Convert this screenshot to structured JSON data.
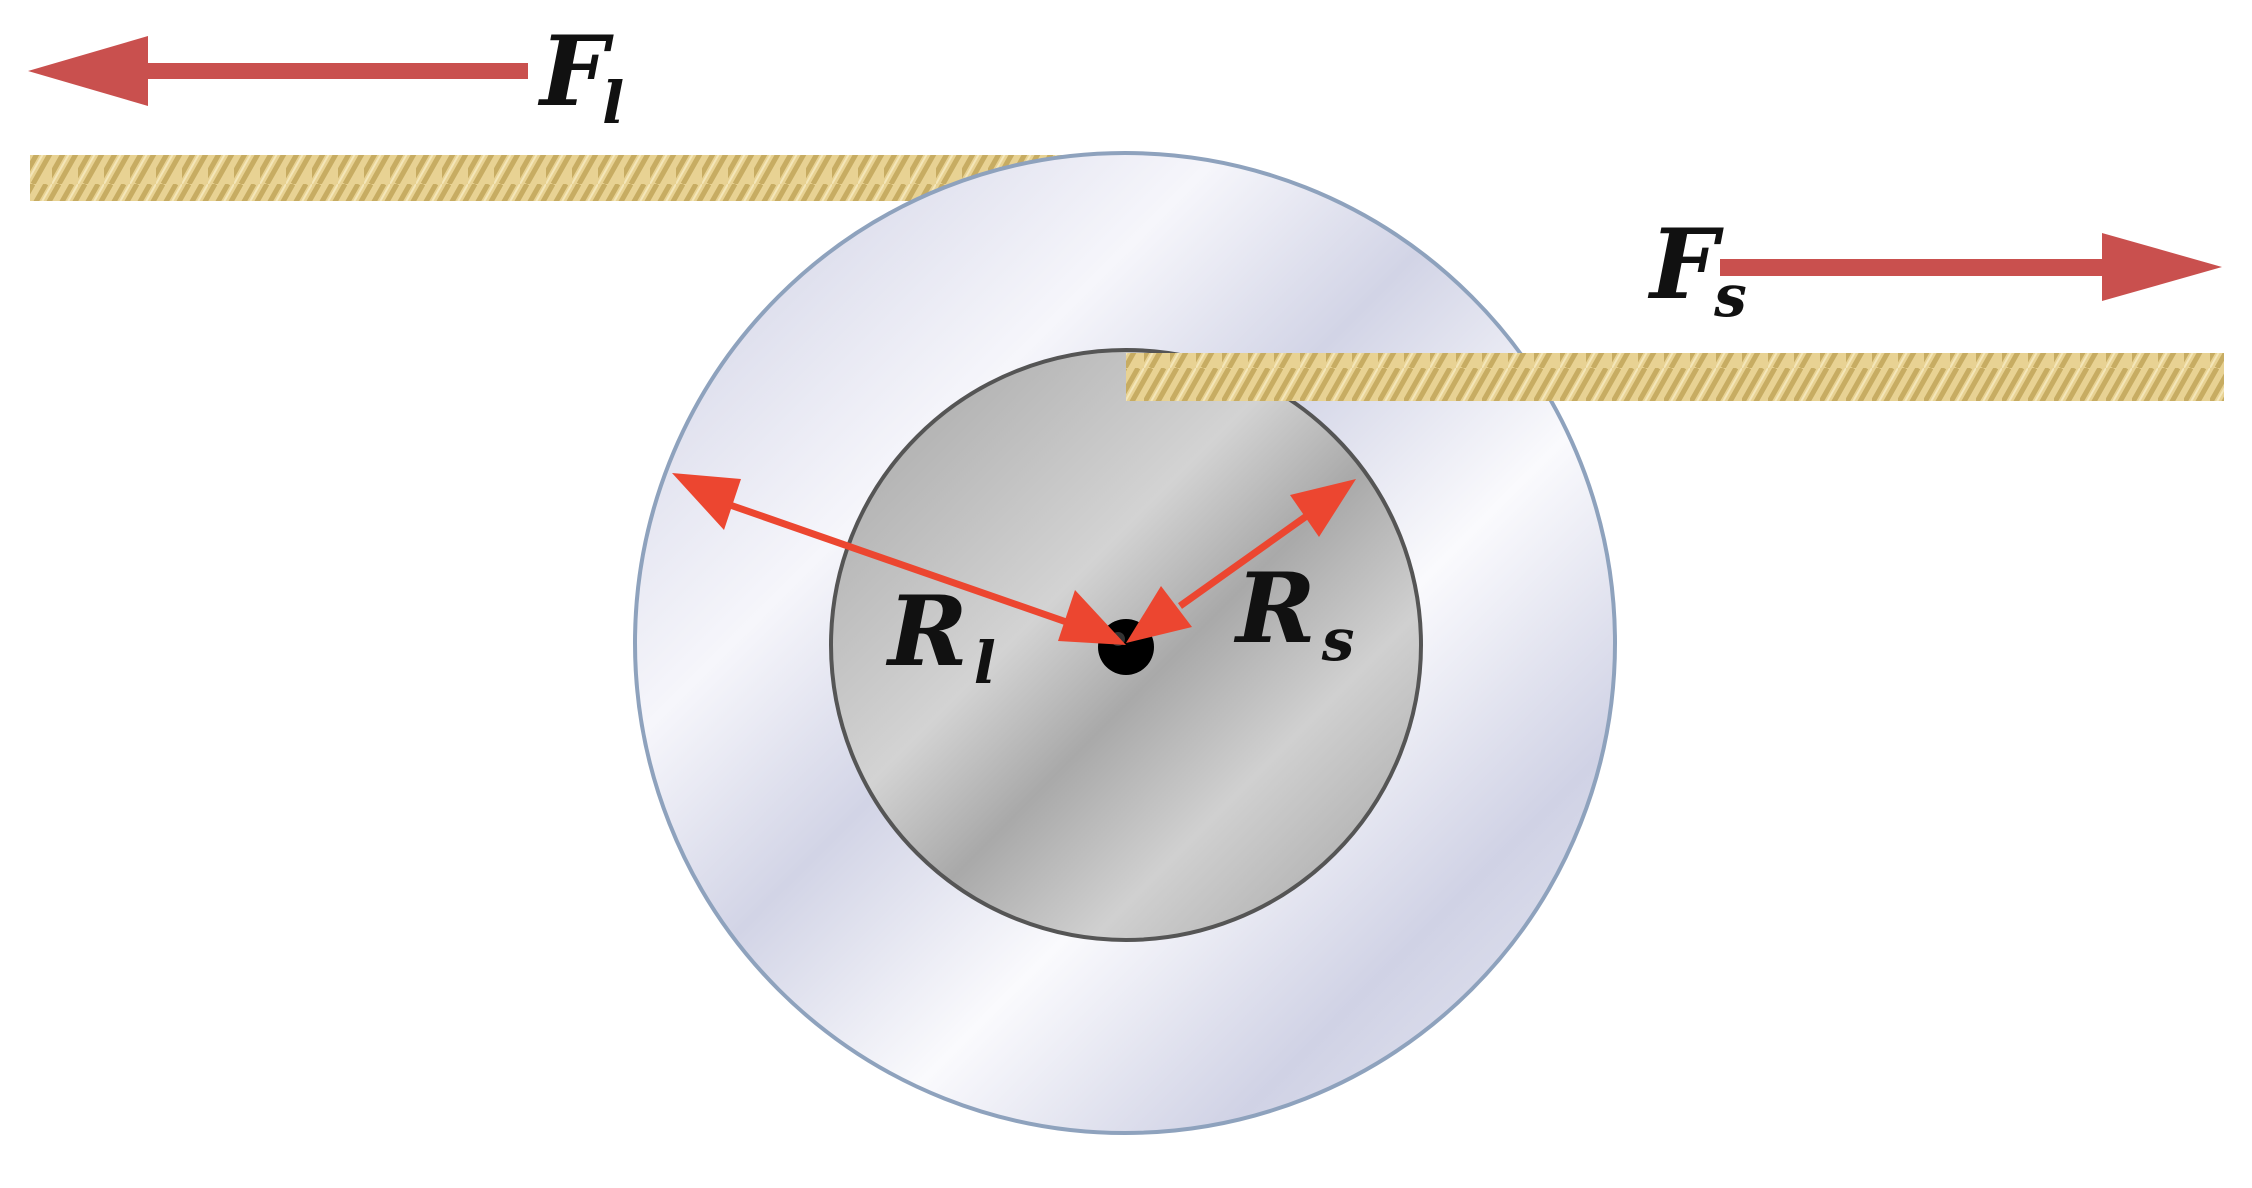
{
  "labels": {
    "force_large": {
      "main": "F",
      "sub": "l"
    },
    "force_small": {
      "main": "F",
      "sub": "s"
    },
    "radius_large": {
      "main": "R",
      "sub": "l"
    },
    "radius_small": {
      "main": "R",
      "sub": "s"
    }
  },
  "colors": {
    "force_arrow": "#c9504e",
    "radius_arrow": "#ec4630",
    "rope": "#e6cf8f",
    "outer_disk": "#dfe1ef",
    "outer_rim": "#8ea2bd",
    "inner_disk": "#b4b4b4",
    "inner_rim": "#555555",
    "axle": "#000000"
  }
}
